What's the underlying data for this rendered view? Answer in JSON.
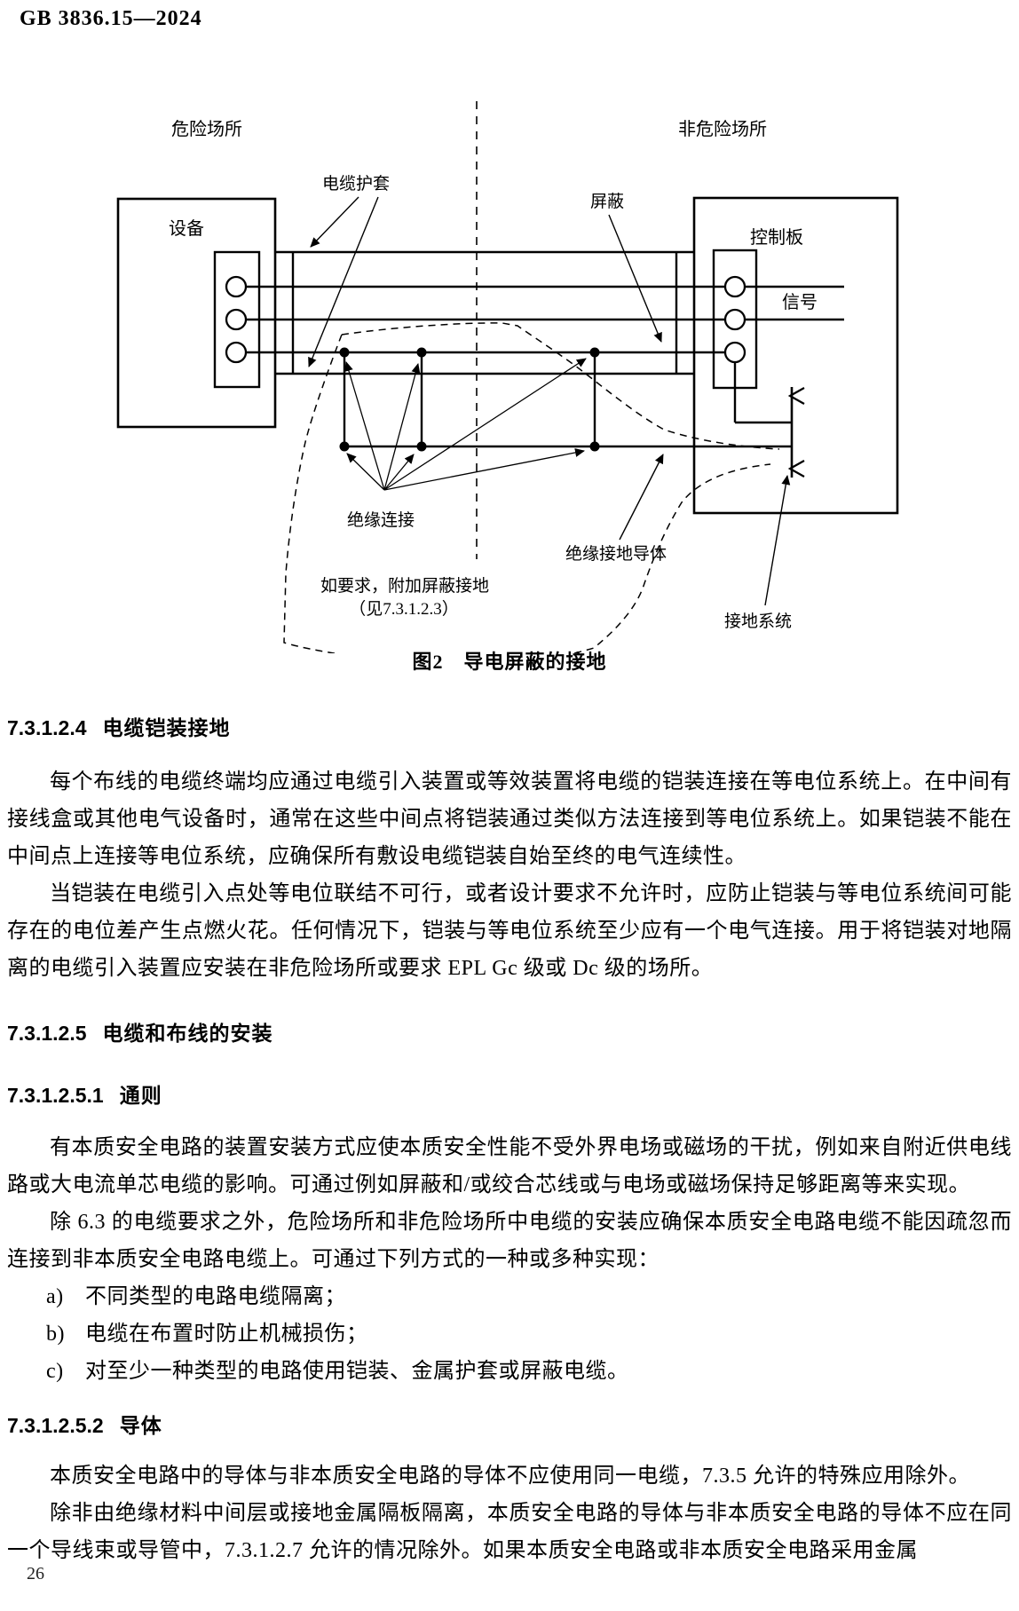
{
  "header": {
    "doc_number": "GB 3836.15—2024"
  },
  "footer": {
    "page_number": "26"
  },
  "figure": {
    "caption": "图2　导电屏蔽的接地",
    "labels": {
      "hazard_area": "危险场所",
      "non_hazard_area": "非危险场所",
      "equipment": "设备",
      "control_panel": "控制板",
      "cable_sheath": "电缆护套",
      "shield": "屏蔽",
      "signal": "信号",
      "insulated_connection": "绝缘连接",
      "insulated_ground_conductor": "绝缘接地导体",
      "grounding_system": "接地系统",
      "note_line1": "如要求，附加屏蔽接地",
      "note_line2": "（见7.3.1.2.3）"
    }
  },
  "sections": [
    {
      "number": "7.3.1.2.4",
      "title": "电缆铠装接地",
      "p1": "每个布线的电缆终端均应通过电缆引入装置或等效装置将电缆的铠装连接在等电位系统上。在中间有接线盒或其他电气设备时，通常在这些中间点将铠装通过类似方法连接到等电位系统上。如果铠装不能在中间点上连接等电位系统，应确保所有敷设电缆铠装自始至终的电气连续性。",
      "p2": "当铠装在电缆引入点处等电位联结不可行，或者设计要求不允许时，应防止铠装与等电位系统间可能存在的电位差产生点燃火花。任何情况下，铠装与等电位系统至少应有一个电气连接。用于将铠装对地隔离的电缆引入装置应安装在非危险场所或要求 EPL Gc 级或 Dc 级的场所。"
    },
    {
      "number": "7.3.1.2.5",
      "title": "电缆和布线的安装"
    },
    {
      "number": "7.3.1.2.5.1",
      "title": "通则",
      "p1": "有本质安全电路的装置安装方式应使本质安全性能不受外界电场或磁场的干扰，例如来自附近供电线路或大电流单芯电缆的影响。可通过例如屏蔽和/或绞合芯线或与电场或磁场保持足够距离等来实现。",
      "p2": "除 6.3 的电缆要求之外，危险场所和非危险场所中电缆的安装应确保本质安全电路电缆不能因疏忽而连接到非本质安全电路电缆上。可通过下列方式的一种或多种实现：",
      "list": [
        {
          "marker": "a)",
          "text": "不同类型的电路电缆隔离；"
        },
        {
          "marker": "b)",
          "text": "电缆在布置时防止机械损伤；"
        },
        {
          "marker": "c)",
          "text": "对至少一种类型的电路使用铠装、金属护套或屏蔽电缆。"
        }
      ]
    },
    {
      "number": "7.3.1.2.5.2",
      "title": "导体",
      "p1": "本质安全电路中的导体与非本质安全电路的导体不应使用同一电缆，7.3.5 允许的特殊应用除外。",
      "p2": "除非由绝缘材料中间层或接地金属隔板隔离，本质安全电路的导体与非本质安全电路的导体不应在同一个导线束或导管中，7.3.1.2.7 允许的情况除外。如果本质安全电路或非本质安全电路采用金属"
    }
  ]
}
